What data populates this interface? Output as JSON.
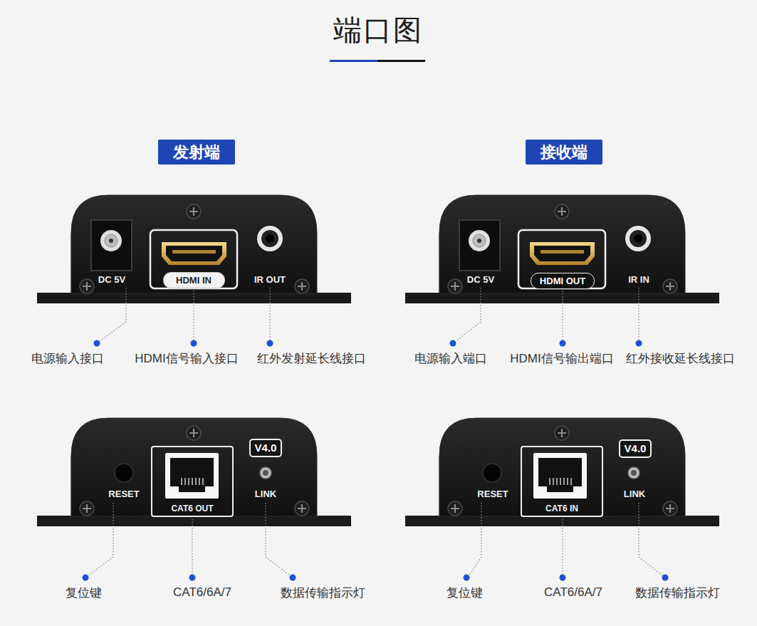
{
  "diagram": {
    "title": "端口图",
    "nodes": [
      {
        "text": [
          "发射端"
        ]
      },
      {
        "text": [
          "接收端"
        ]
      },
      {
        "text": [
          "DC 5V",
          "IR OUT"
        ]
      },
      {
        "text": [
          "HDMI IN"
        ],
        "in": 2
      },
      {
        "text": [
          "DC 5V",
          "IR IN"
        ]
      },
      {
        "text": [
          "HDMI OUT"
        ],
        "in": 4
      },
      {
        "text": [
          "RESET",
          "LINK"
        ]
      },
      {
        "text": [
          "V4.0"
        ],
        "in": 6
      },
      {
        "text": [
          "CAT6 OUT"
        ],
        "in": 6
      },
      {
        "text": [
          "RESET",
          "LINK"
        ]
      },
      {
        "text": [
          "V4.0"
        ],
        "in": 9
      },
      {
        "text": [
          "CAT6 IN"
        ],
        "in": 9
      }
    ],
    "labels": [
      "电源输入接口",
      "HDMI信号输入接口",
      "红外发射延长线接口",
      "电源输入端口",
      "HDMI信号输出端口",
      "红外接收延长线接口",
      "复位键",
      "CAT6/6A/7",
      "数据传输指示灯",
      "复位键",
      "CAT6/6A/7",
      "数据传输指示灯"
    ]
  }
}
